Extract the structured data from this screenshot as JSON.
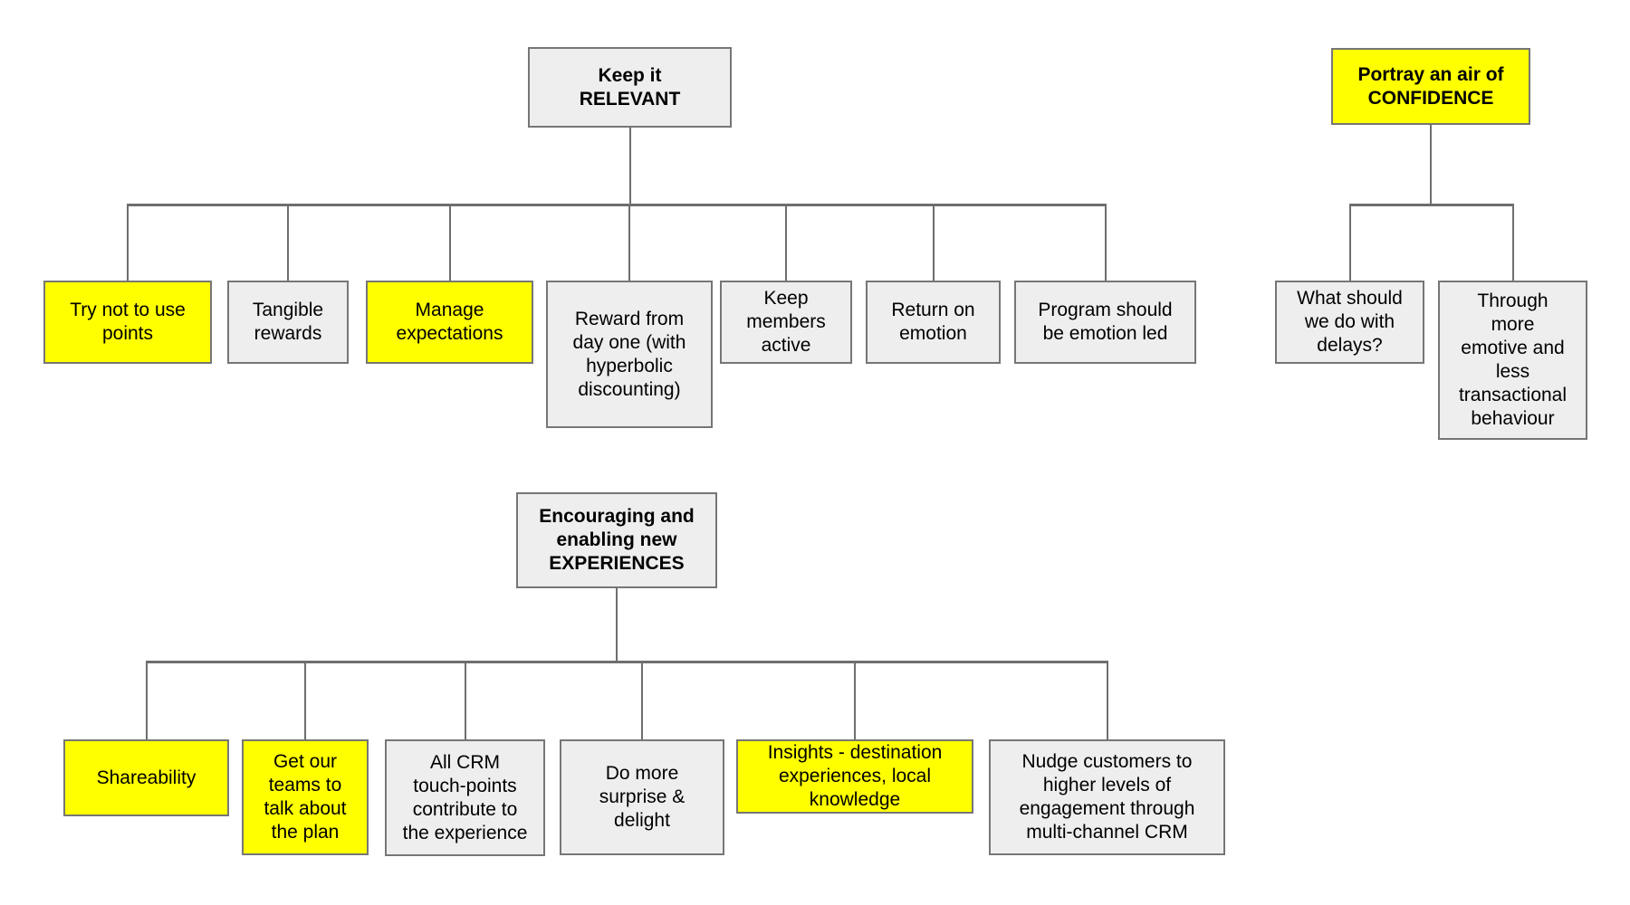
{
  "diagram_title": "",
  "colors": {
    "background": "#ffffff",
    "node_fill": "#eeeeee",
    "node_border": "#767676",
    "highlight_fill": "#ffff00",
    "connector_line": "#6e6e6e",
    "text": "#000000"
  },
  "trees": [
    {
      "id": "relevant",
      "root": {
        "label": "Keep it\nRELEVANT",
        "highlight": false
      },
      "children": [
        {
          "label": "Try not to use\npoints",
          "highlight": true
        },
        {
          "label": "Tangible\nrewards",
          "highlight": false
        },
        {
          "label": "Manage\nexpectations",
          "highlight": true
        },
        {
          "label": "Reward from\nday one (with\nhyperbolic\ndiscounting)",
          "highlight": false
        },
        {
          "label": "Keep\nmembers\nactive",
          "highlight": false
        },
        {
          "label": "Return on\nemotion",
          "highlight": false
        },
        {
          "label": "Program should\nbe emotion led",
          "highlight": false
        }
      ]
    },
    {
      "id": "confidence",
      "root": {
        "label": "Portray an air of\nCONFIDENCE",
        "highlight": true
      },
      "children": [
        {
          "label": "What should\nwe do with\ndelays?",
          "highlight": false
        },
        {
          "label": "Through\nmore\nemotive and\nless\ntransactional\nbehaviour",
          "highlight": false
        }
      ]
    },
    {
      "id": "experiences",
      "root": {
        "label": "Encouraging and\nenabling new\nEXPERIENCES",
        "highlight": false
      },
      "children": [
        {
          "label": "Shareability",
          "highlight": true
        },
        {
          "label": "Get our\nteams to\ntalk about\nthe plan",
          "highlight": true
        },
        {
          "label": "All CRM\ntouch-points\ncontribute to\nthe experience",
          "highlight": false
        },
        {
          "label": "Do more\nsurprise &\ndelight",
          "highlight": false
        },
        {
          "label": "Insights - destination\nexperiences, local\nknowledge",
          "highlight": true
        },
        {
          "label": "Nudge customers to\nhigher levels of\nengagement through\nmulti-channel CRM",
          "highlight": false
        }
      ]
    }
  ]
}
